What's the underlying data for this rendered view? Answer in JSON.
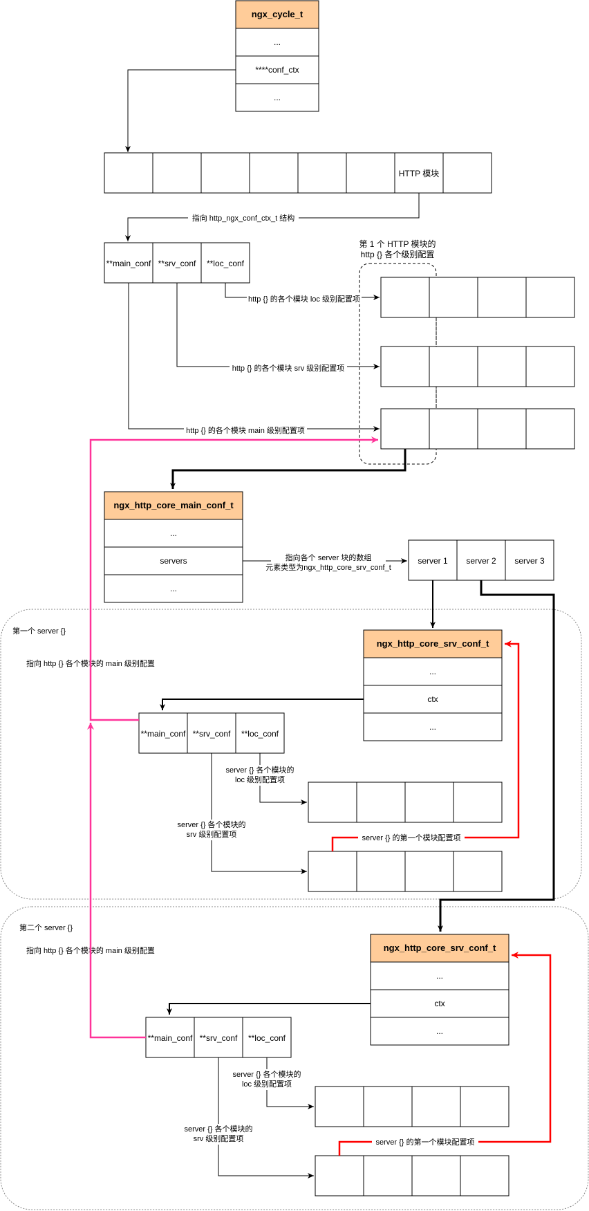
{
  "ngx_cycle": {
    "title": "ngx_cycle_t",
    "rows": [
      "...",
      "****conf_ctx",
      "..."
    ]
  },
  "modules_array": {
    "cells": [
      "",
      "",
      "",
      "",
      "",
      "",
      "HTTP 模块",
      ""
    ]
  },
  "http_conf_ctx": {
    "label": "指向 http_ngx_conf_ctx_t 结构",
    "cells": [
      "**main_conf",
      "**srv_conf",
      "**loc_conf"
    ]
  },
  "first_http_module": {
    "label_line1": "第 1 个 HTTP 模块的",
    "label_line2": "http {} 各个级别配置"
  },
  "http_arrows": {
    "loc": "http {} 的各个模块 loc 级别配置项",
    "srv": "http {} 的各个模块 srv 级别配置项",
    "main": "http {} 的各个模块 main 级别配置项"
  },
  "core_main_conf": {
    "title": "ngx_http_core_main_conf_t",
    "rows": [
      "...",
      "servers",
      "..."
    ]
  },
  "servers_label": {
    "line1": "指向各个 server 块的数组",
    "line2": "元素类型为ngx_http_core_srv_conf_t"
  },
  "servers_array": {
    "cells": [
      "server 1",
      "server 2",
      "server 3"
    ]
  },
  "server1": {
    "group_label": "第一个 server {}",
    "main_label": "指向 http {} 各个模块的 main 级别配置",
    "srv_conf_title": "ngx_http_core_srv_conf_t",
    "srv_conf_rows": [
      "...",
      "ctx",
      "..."
    ],
    "ctx_cells": [
      "**main_conf",
      "**srv_conf",
      "**loc_conf"
    ],
    "loc_label_line1": "server {} 各个模块的",
    "loc_label_line2": "loc 级别配置项",
    "srv_label_line1": "server {} 各个模块的",
    "srv_label_line2": "srv 级别配置项",
    "first_module_label": "server {} 的第一个模块配置项"
  },
  "server2": {
    "group_label": "第二个 server {}",
    "main_label": "指向 http {} 各个模块的 main 级别配置",
    "srv_conf_title": "ngx_http_core_srv_conf_t",
    "srv_conf_rows": [
      "...",
      "ctx",
      "..."
    ],
    "ctx_cells": [
      "**main_conf",
      "**srv_conf",
      "**loc_conf"
    ],
    "loc_label_line1": "server {} 各个模块的",
    "loc_label_line2": "loc 级别配置项",
    "srv_label_line1": "server {} 各个模块的",
    "srv_label_line2": "srv 级别配置项",
    "first_module_label": "server {} 的第一个模块配置项"
  },
  "colors": {
    "header_fill": "#ffcc99",
    "pink": "#ff3399",
    "red": "#ff0000",
    "black": "#000000"
  }
}
